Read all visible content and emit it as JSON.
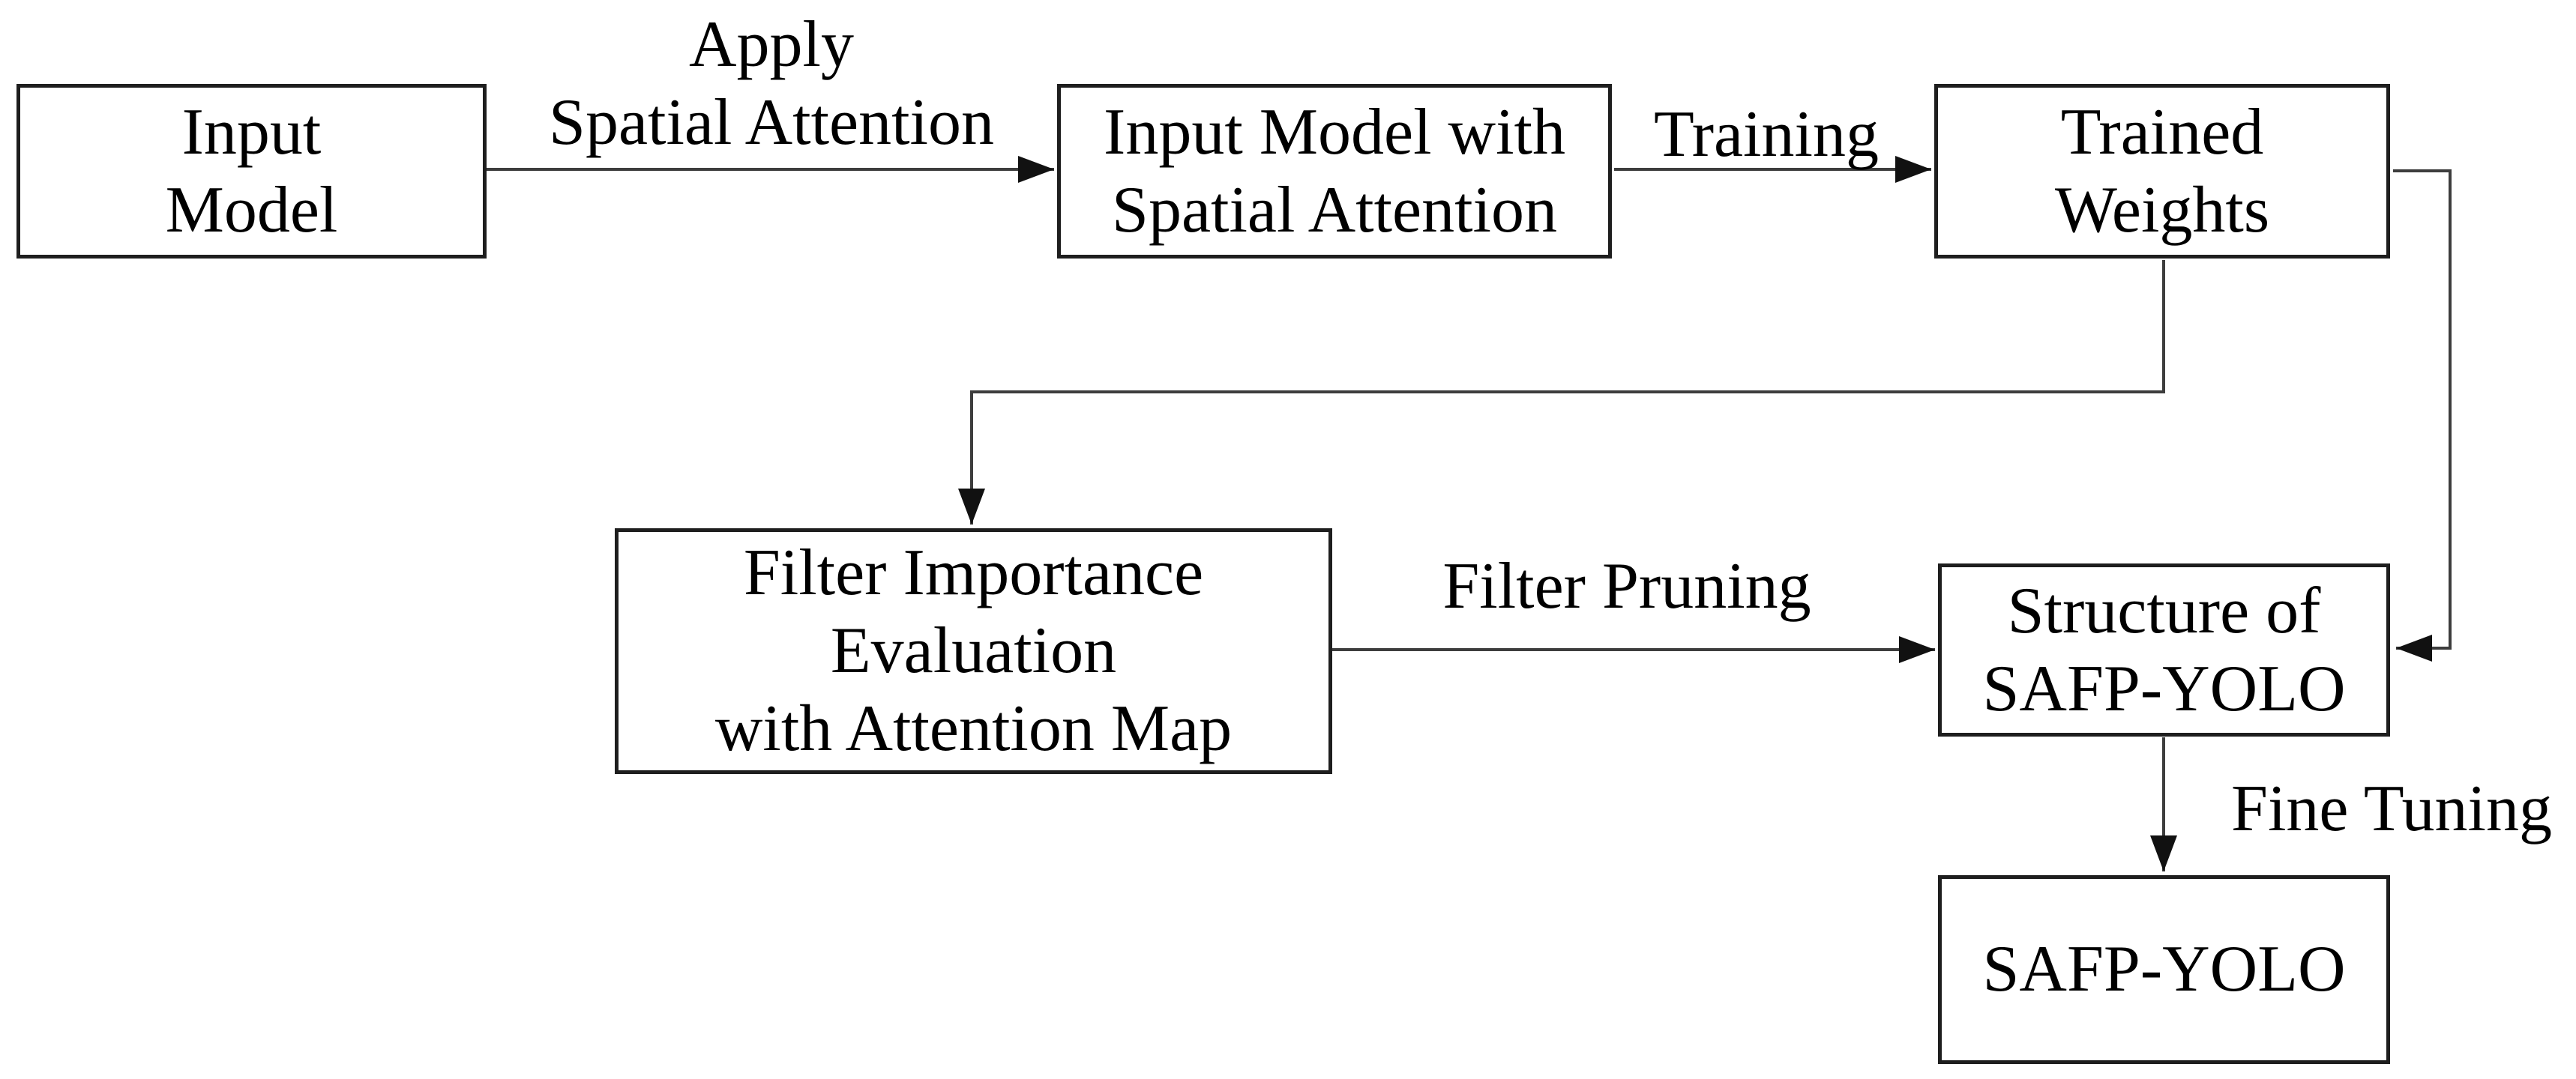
{
  "diagram": {
    "background_color": "#ffffff",
    "line_color": "#3d3d3d",
    "arrow_color": "#111111",
    "box_border_color": "#1e1e1e",
    "box_fill_color": "#ffffff",
    "text_color": "#000000",
    "nodes": {
      "input_model": {
        "lines": [
          "Input",
          "Model"
        ]
      },
      "input_model_sa": {
        "lines": [
          "Input Model with",
          "Spatial Attention"
        ]
      },
      "trained_weights": {
        "lines": [
          "Trained",
          "Weights"
        ]
      },
      "filter_importance": {
        "lines": [
          "Filter Importance",
          "Evaluation",
          "with Attention Map"
        ]
      },
      "structure_safp_yolo": {
        "lines": [
          "Structure of",
          "SAFP-YOLO"
        ]
      },
      "safp_yolo": {
        "lines": [
          "SAFP-YOLO"
        ]
      }
    },
    "edge_labels": {
      "apply_spatial_attention": {
        "lines": [
          "Apply",
          "Spatial Attention"
        ]
      },
      "training": "Training",
      "filter_pruning": "Filter Pruning",
      "fine_tuning": "Fine Tuning"
    }
  }
}
